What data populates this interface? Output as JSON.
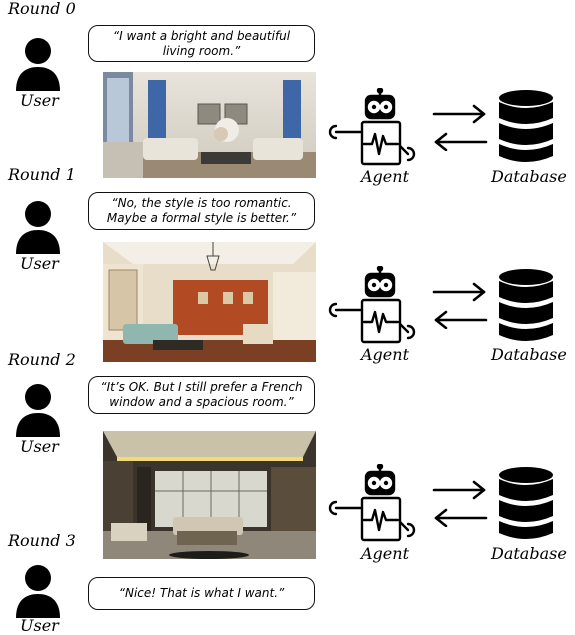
{
  "rounds": [
    {
      "label": "Round 0",
      "user_label": "User",
      "utterance": "“I want a bright and beautiful living room.”",
      "agent_label": "Agent",
      "db_label": "Database"
    },
    {
      "label": "Round 1",
      "user_label": "User",
      "utterance": "“No, the style is too romantic. Maybe a formal style is better.”",
      "agent_label": "Agent",
      "db_label": "Database"
    },
    {
      "label": "Round 2",
      "user_label": "User",
      "utterance": "“It’s OK. But I still prefer a French window and a spacious room.”",
      "agent_label": "Agent",
      "db_label": "Database"
    },
    {
      "label": "Round 3",
      "user_label": "User",
      "utterance": "“Nice!  That is what I want.”"
    }
  ],
  "icons": {
    "user": "user-silhouette-icon",
    "agent": "robot-icon",
    "database": "database-cylinder-icon",
    "arrows": "bidirectional-arrows-icon"
  },
  "colors": {
    "ink": "#000000",
    "bubble_border": "#111111",
    "background": "#ffffff"
  }
}
